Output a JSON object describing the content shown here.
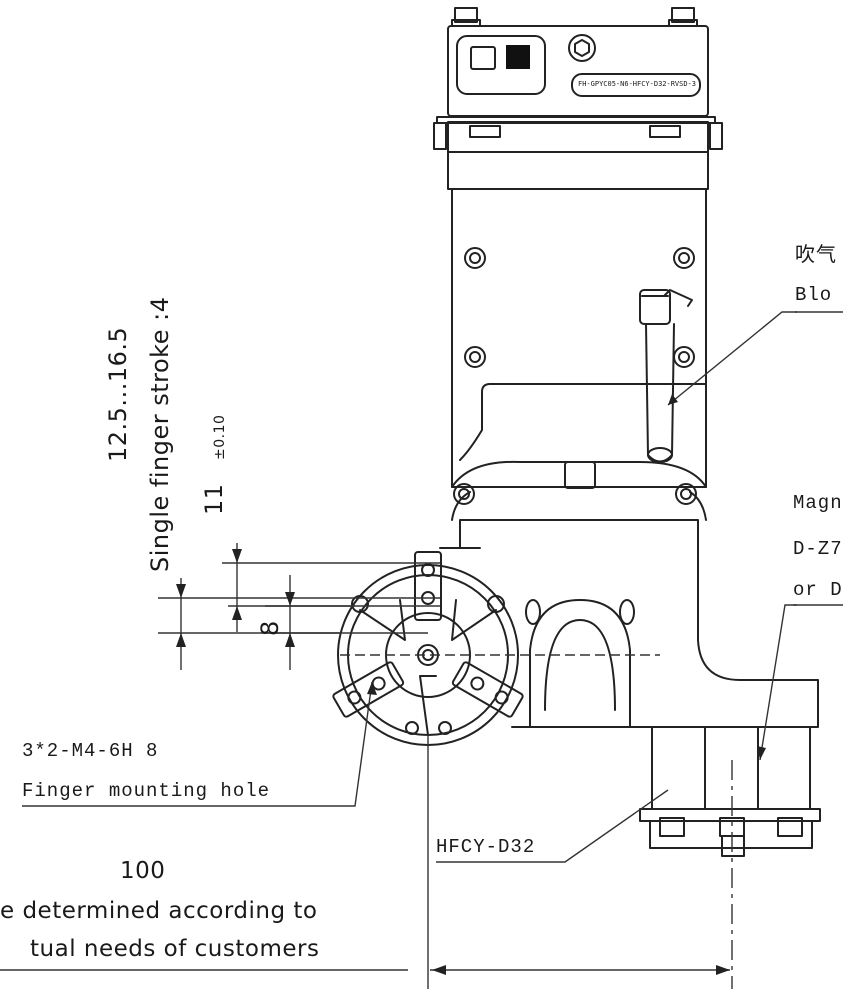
{
  "labels": {
    "blow_cn": "吹气",
    "blow_en": "Blo",
    "magnet_1": "Magn",
    "magnet_2": "D-Z7",
    "magnet_3": "or D",
    "mount_spec": "3*2-M4-6H 8",
    "mount_desc": "Finger mounting hole",
    "cylinder_model": "HFCY-D32",
    "width_value": "100",
    "width_note_1": "e determined according to",
    "width_note_2": "tual needs of customers",
    "stroke_range": "12.5...16.5",
    "stroke_single": "Single finger stroke :4",
    "dim_11": "11",
    "dim_11_tol": "±0.10",
    "dim_8": "8",
    "plate_code": "FH-GPYC05-N6-HFCY-D32-RVSD-3"
  },
  "icons": {
    "logo": "brand-logo-icon",
    "bolt": "hex-bolt-icon"
  }
}
